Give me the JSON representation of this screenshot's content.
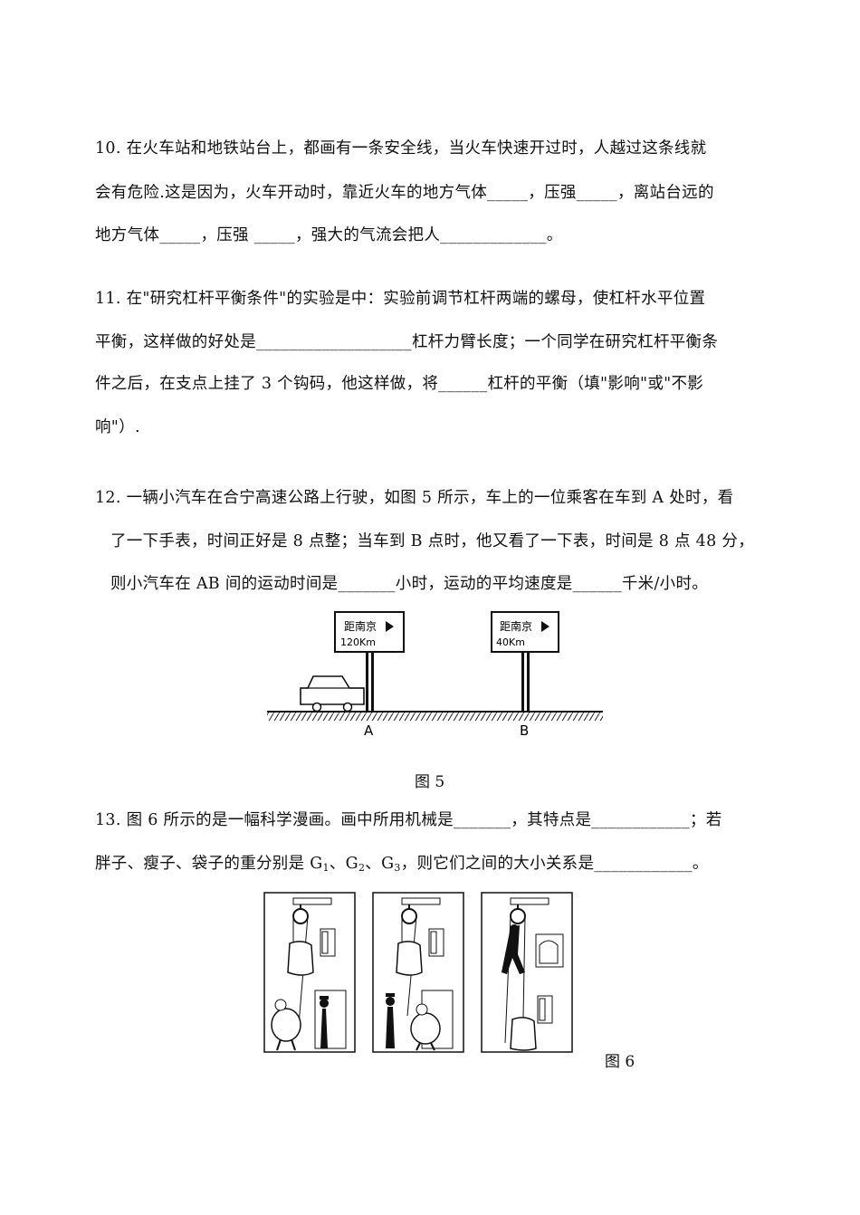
{
  "q10": {
    "line1": "10.  在火车站和地铁站台上，都画有一条安全线，当火车快速开过时，人越过这条线就",
    "line2": "会有危险.这是因为，火车开动时，靠近火车的地方气体_____，压强_____，离站台远的",
    "line3": "地方气体_____，压强 _____，强大的气流会把人_____________。"
  },
  "q11": {
    "line1": "11.  在\"研究杠杆平衡条件\"的实验是中：实验前调节杠杆两端的螺母，使杠杆水平位置",
    "line2": "平衡，这样做的好处是___________________杠杆力臂长度；一个同学在研究杠杆平衡条",
    "line3": "件之后，在支点上挂了 3 个钩码，他这样做，将______杠杆的平衡（填\"影响\"或\"不影",
    "line4": "响\"）."
  },
  "q12": {
    "line1": "12.  一辆小汽车在合宁高速公路上行驶，如图 5 所示，车上的一位乘客在车到 A 处时，看",
    "line2": "了一下手表，时间正好是 8 点整；当车到 B 点时，他又看了一下表，时间是 8 点 48 分，",
    "line3": "则小汽车在 AB 间的运动时间是_______小时，运动的平均速度是______千米/小时。"
  },
  "fig5": {
    "sign_a_name": "距南京",
    "sign_a_dist": "120Km",
    "sign_b_name": "距南京",
    "sign_b_dist": "40Km",
    "point_a": "A",
    "point_b": "B",
    "caption": "图 5"
  },
  "q13": {
    "line1": "13.  图 6 所示的是一幅科学漫画。画中所用机械是_______，其特点是____________；若",
    "line2_pre": "胖子、瘦子、袋子的重分别是 G",
    "sub1": "1",
    "sep1": "、G",
    "sub2": "2",
    "sep2": "、G",
    "sub3": "3",
    "line2_post": "，则它们之间的大小关系是____________。"
  },
  "fig6": {
    "caption": "图 6"
  }
}
